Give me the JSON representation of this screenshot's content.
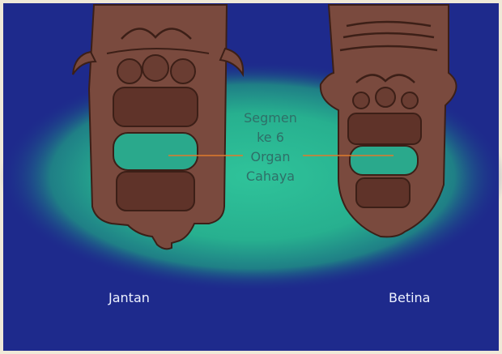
{
  "colors": {
    "background_blue": "#1e2a8c",
    "glow_teal": "#2bb893",
    "body_brown": "#7a4a3e",
    "segment_dark": "#5f3329",
    "light_organ": "#2aa98c",
    "pointer_line": "#e07a2c",
    "label_teal": "#2f6f68",
    "label_white": "#eef2ff"
  },
  "labels": {
    "line1": "Segmen",
    "line2": "ke 6",
    "line3": "Organ",
    "line4": "Cahaya",
    "male": "Jantan",
    "female": "Betina"
  }
}
